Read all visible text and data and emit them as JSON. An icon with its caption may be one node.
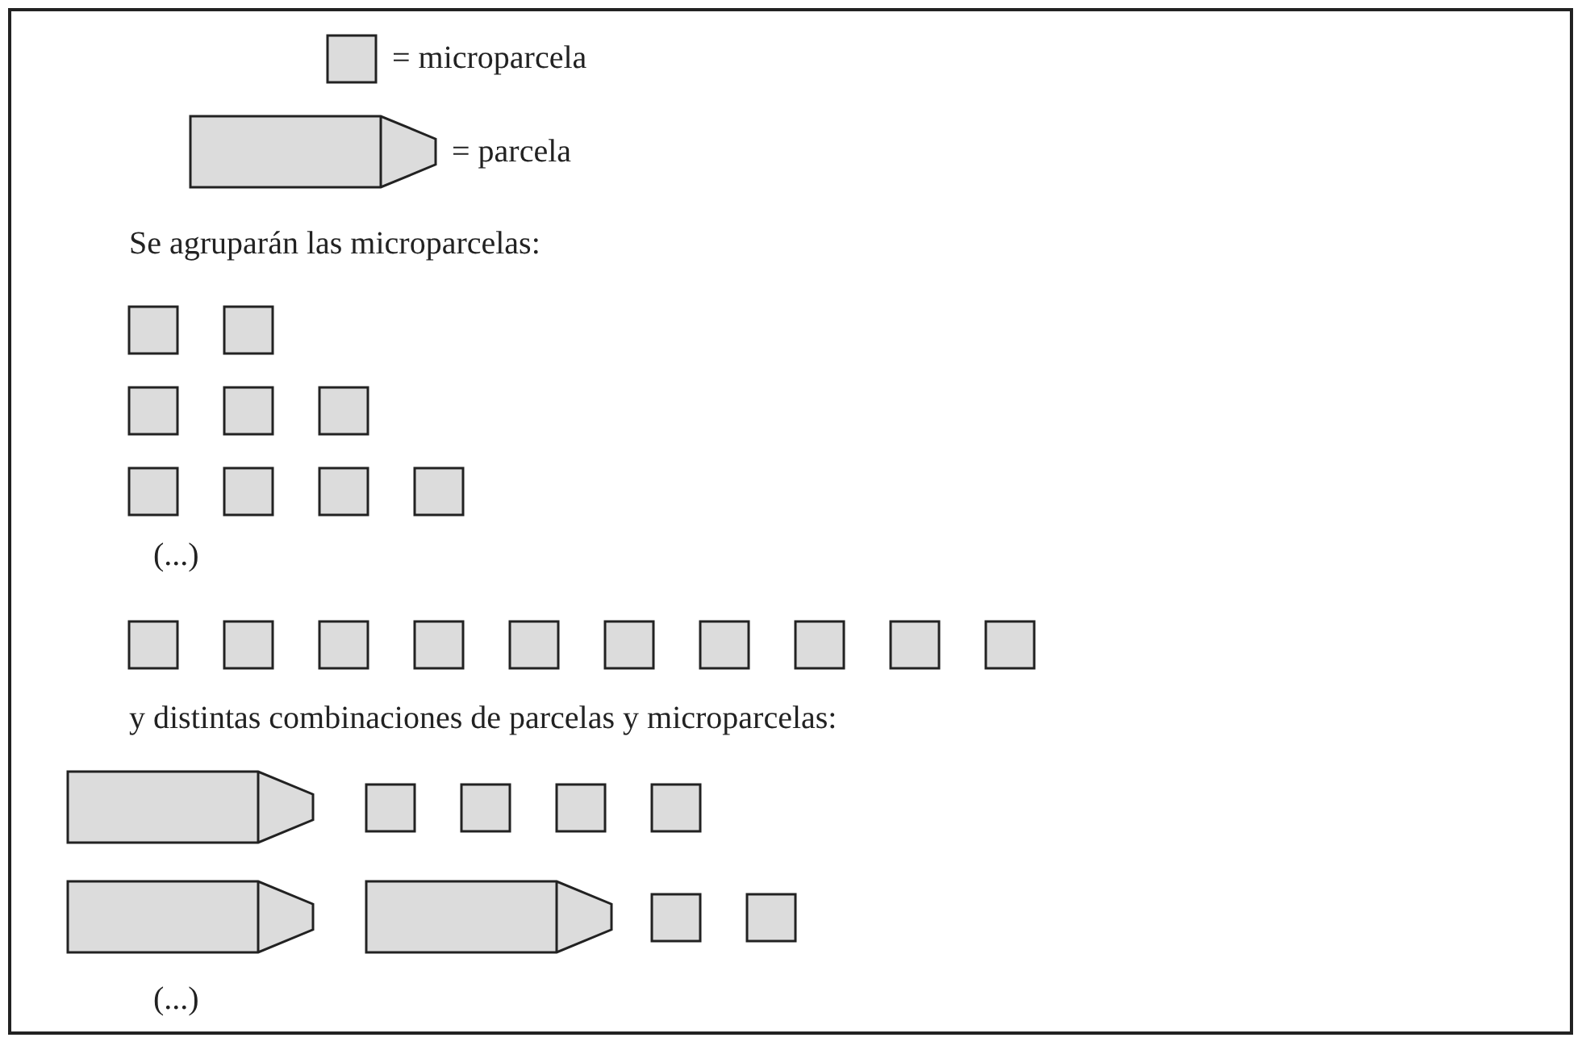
{
  "diagram": {
    "labels": [
      "Se agruparán las microparcelas:",
      "(...)",
      "y distintas combinaciones de parcelas y microparcelas:",
      "(...)"
    ],
    "legend": [
      {
        "text": "= microparcela"
      },
      {
        "text": "= parcela"
      }
    ]
  }
}
